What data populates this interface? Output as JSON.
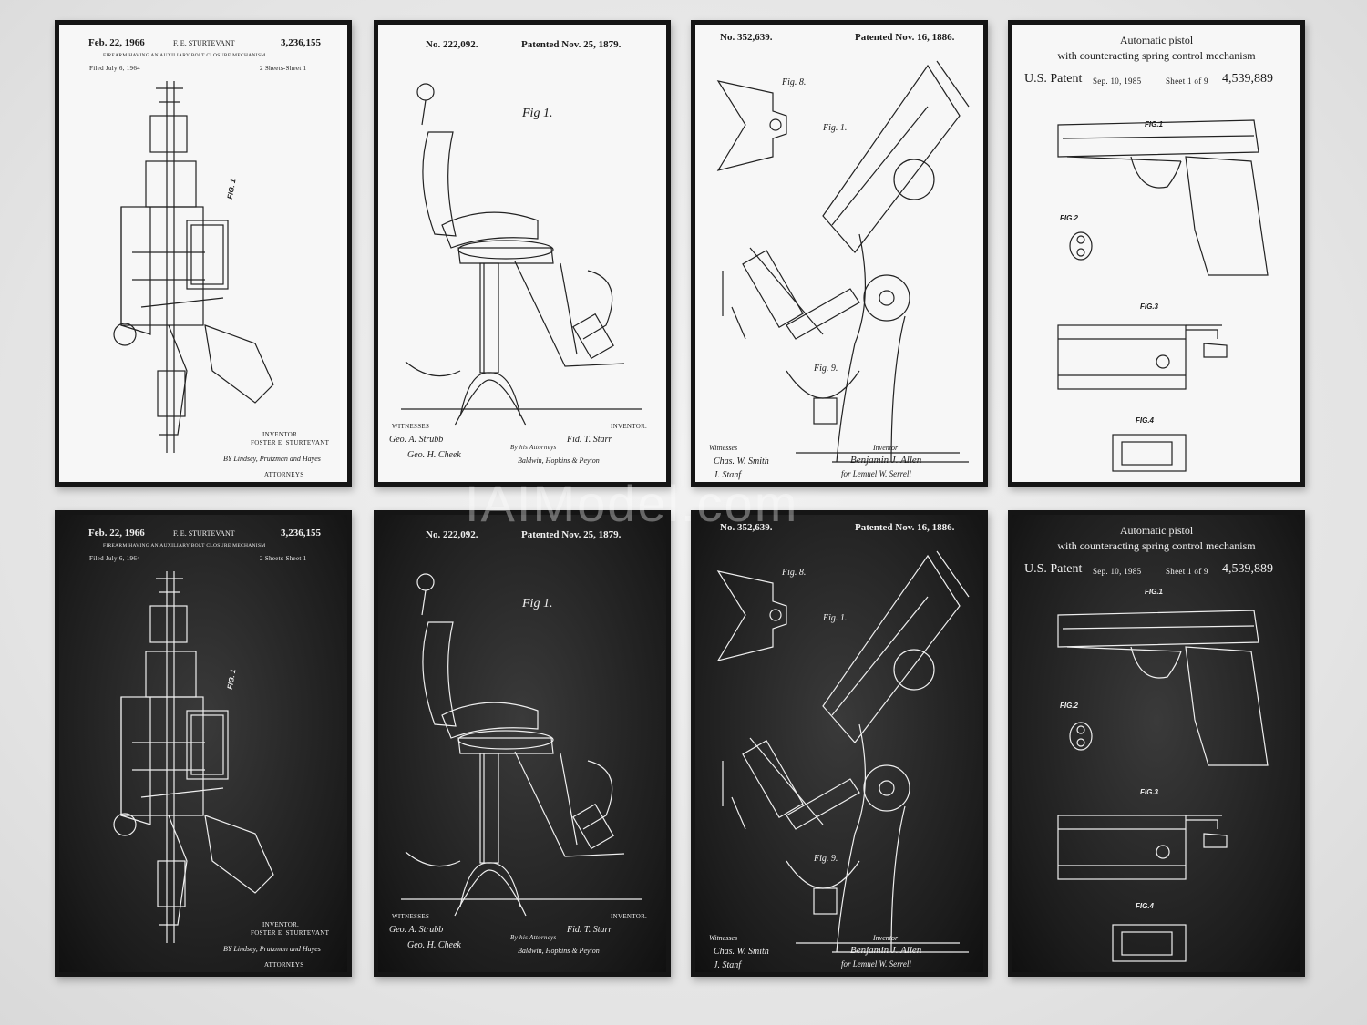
{
  "watermark": "IAIModel.com",
  "posters": {
    "rifle": {
      "date": "Feb. 22, 1966",
      "inventor_head": "F. E. STURTEVANT",
      "number": "3,236,155",
      "subtitle": "FIREARM HAVING AN AUXILIARY BOLT CLOSURE MECHANISM",
      "filed": "Filed July 6, 1964",
      "sheets": "2 Sheets-Sheet 1",
      "fig": "FIG. 1",
      "inventor_label": "INVENTOR.",
      "inventor_name": "FOSTER E. STURTEVANT",
      "signature": "BY Lindsey, Prutzman and Hayes",
      "attorneys": "ATTORNEYS"
    },
    "chair": {
      "number": "No. 222,092.",
      "patented": "Patented Nov. 25, 1879.",
      "fig": "Fig 1.",
      "witnesses": "WITNESSES",
      "inventor": "INVENTOR.",
      "witness1": "Geo. A. Strubb",
      "witness2": "Geo. H. Cheek",
      "inventor_sig": "Fid. T. Starr",
      "attorneys": "By his Attorneys",
      "attorney_sig": "Baldwin, Hopkins & Peyton"
    },
    "microscope": {
      "number": "No. 352,639.",
      "patented": "Patented Nov. 16, 1886.",
      "fig8": "Fig. 8.",
      "fig1": "Fig. 1.",
      "fig9": "Fig. 9.",
      "witnesses": "Witnesses",
      "witness1": "Chas. W. Smith",
      "witness2": "J. Stanf",
      "inventor_label": "Inventor",
      "inventor_sig": "Benjamin J. Allen",
      "attorney_sig": "for Lemuel W. Serrell"
    },
    "pistol": {
      "title1": "Automatic pistol",
      "title2": "with counteracting spring control mechanism",
      "patent": "U.S. Patent",
      "date": "Sep. 10, 1985",
      "sheet": "Sheet 1 of 9",
      "number": "4,539,889",
      "fig1": "FIG.1",
      "fig2": "FIG.2",
      "fig3": "FIG.3",
      "fig4": "FIG.4"
    }
  },
  "colors": {
    "wall": "#e9e9e9",
    "frame": "#151515",
    "light_paper": "#f7f7f7",
    "dark_paper": "#1c1c1c"
  }
}
